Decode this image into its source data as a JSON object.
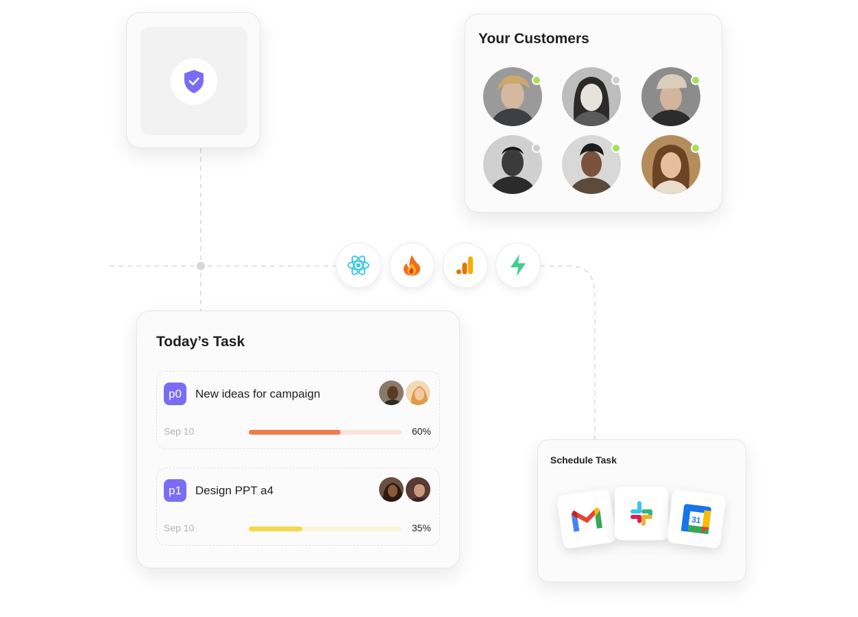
{
  "customers": {
    "title": "Your Customers",
    "list": [
      {
        "status": "online"
      },
      {
        "status": "offline"
      },
      {
        "status": "online"
      },
      {
        "status": "offline"
      },
      {
        "status": "online"
      },
      {
        "status": "online"
      }
    ]
  },
  "integrations": [
    "react-icon",
    "firebase-icon",
    "analytics-icon",
    "supabase-icon"
  ],
  "tasks": {
    "title": "Today’s Task",
    "items": [
      {
        "priority": "p0",
        "name": "New ideas for campaign",
        "date": "Sep 10",
        "progress": 0.6,
        "progress_label": "60%",
        "color": "#f07c4c",
        "track": "#fbe3da"
      },
      {
        "priority": "p1",
        "name": "Design PPT a4",
        "date": "Sep 10",
        "progress": 0.35,
        "progress_label": "35%",
        "color": "#f4d84d",
        "track": "#fbf6d9"
      }
    ]
  },
  "schedule": {
    "title": "Schedule Task",
    "apps": [
      "gmail-icon",
      "slack-icon",
      "google-calendar-icon"
    ],
    "calendar_day": "31"
  },
  "colors": {
    "accent": "#7b6cf6",
    "online": "#a6e05a",
    "offline": "#cfcfcf"
  }
}
